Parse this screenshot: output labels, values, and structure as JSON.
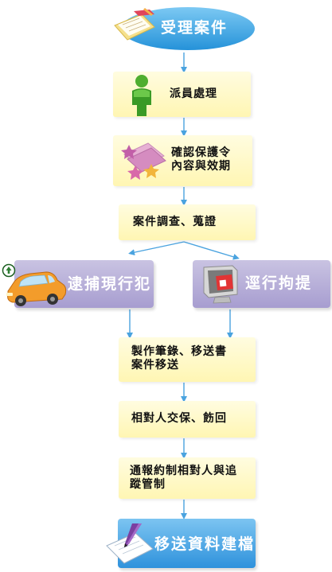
{
  "flow": {
    "start": "受理案件",
    "step1": "派員處理",
    "step2": "確認保護令\n內容與效期",
    "step3": "案件調查、蒐證",
    "branch_left": "逮捕現行犯",
    "branch_right": "逕行拘提",
    "step4": "製作筆錄、移送書\n案件移送",
    "step5": "相對人交保、飭回",
    "step6": "通報約制相對人與追\n蹤管制",
    "end": "移送資料建檔"
  },
  "colors": {
    "start_fill": "#3aa7e6",
    "end_fill": "#3d9ee0",
    "box_fill": "#fff6b3",
    "branch_fill": "#ada3d3",
    "arrow": "#4aa3df"
  },
  "icons": {
    "start": "document-pencil-icon",
    "step1": "person-icon",
    "step2": "stars-cards-icon",
    "branch_left": "car-icon",
    "branch_right": "monitor-icon",
    "end": "paper-pen-icon"
  }
}
